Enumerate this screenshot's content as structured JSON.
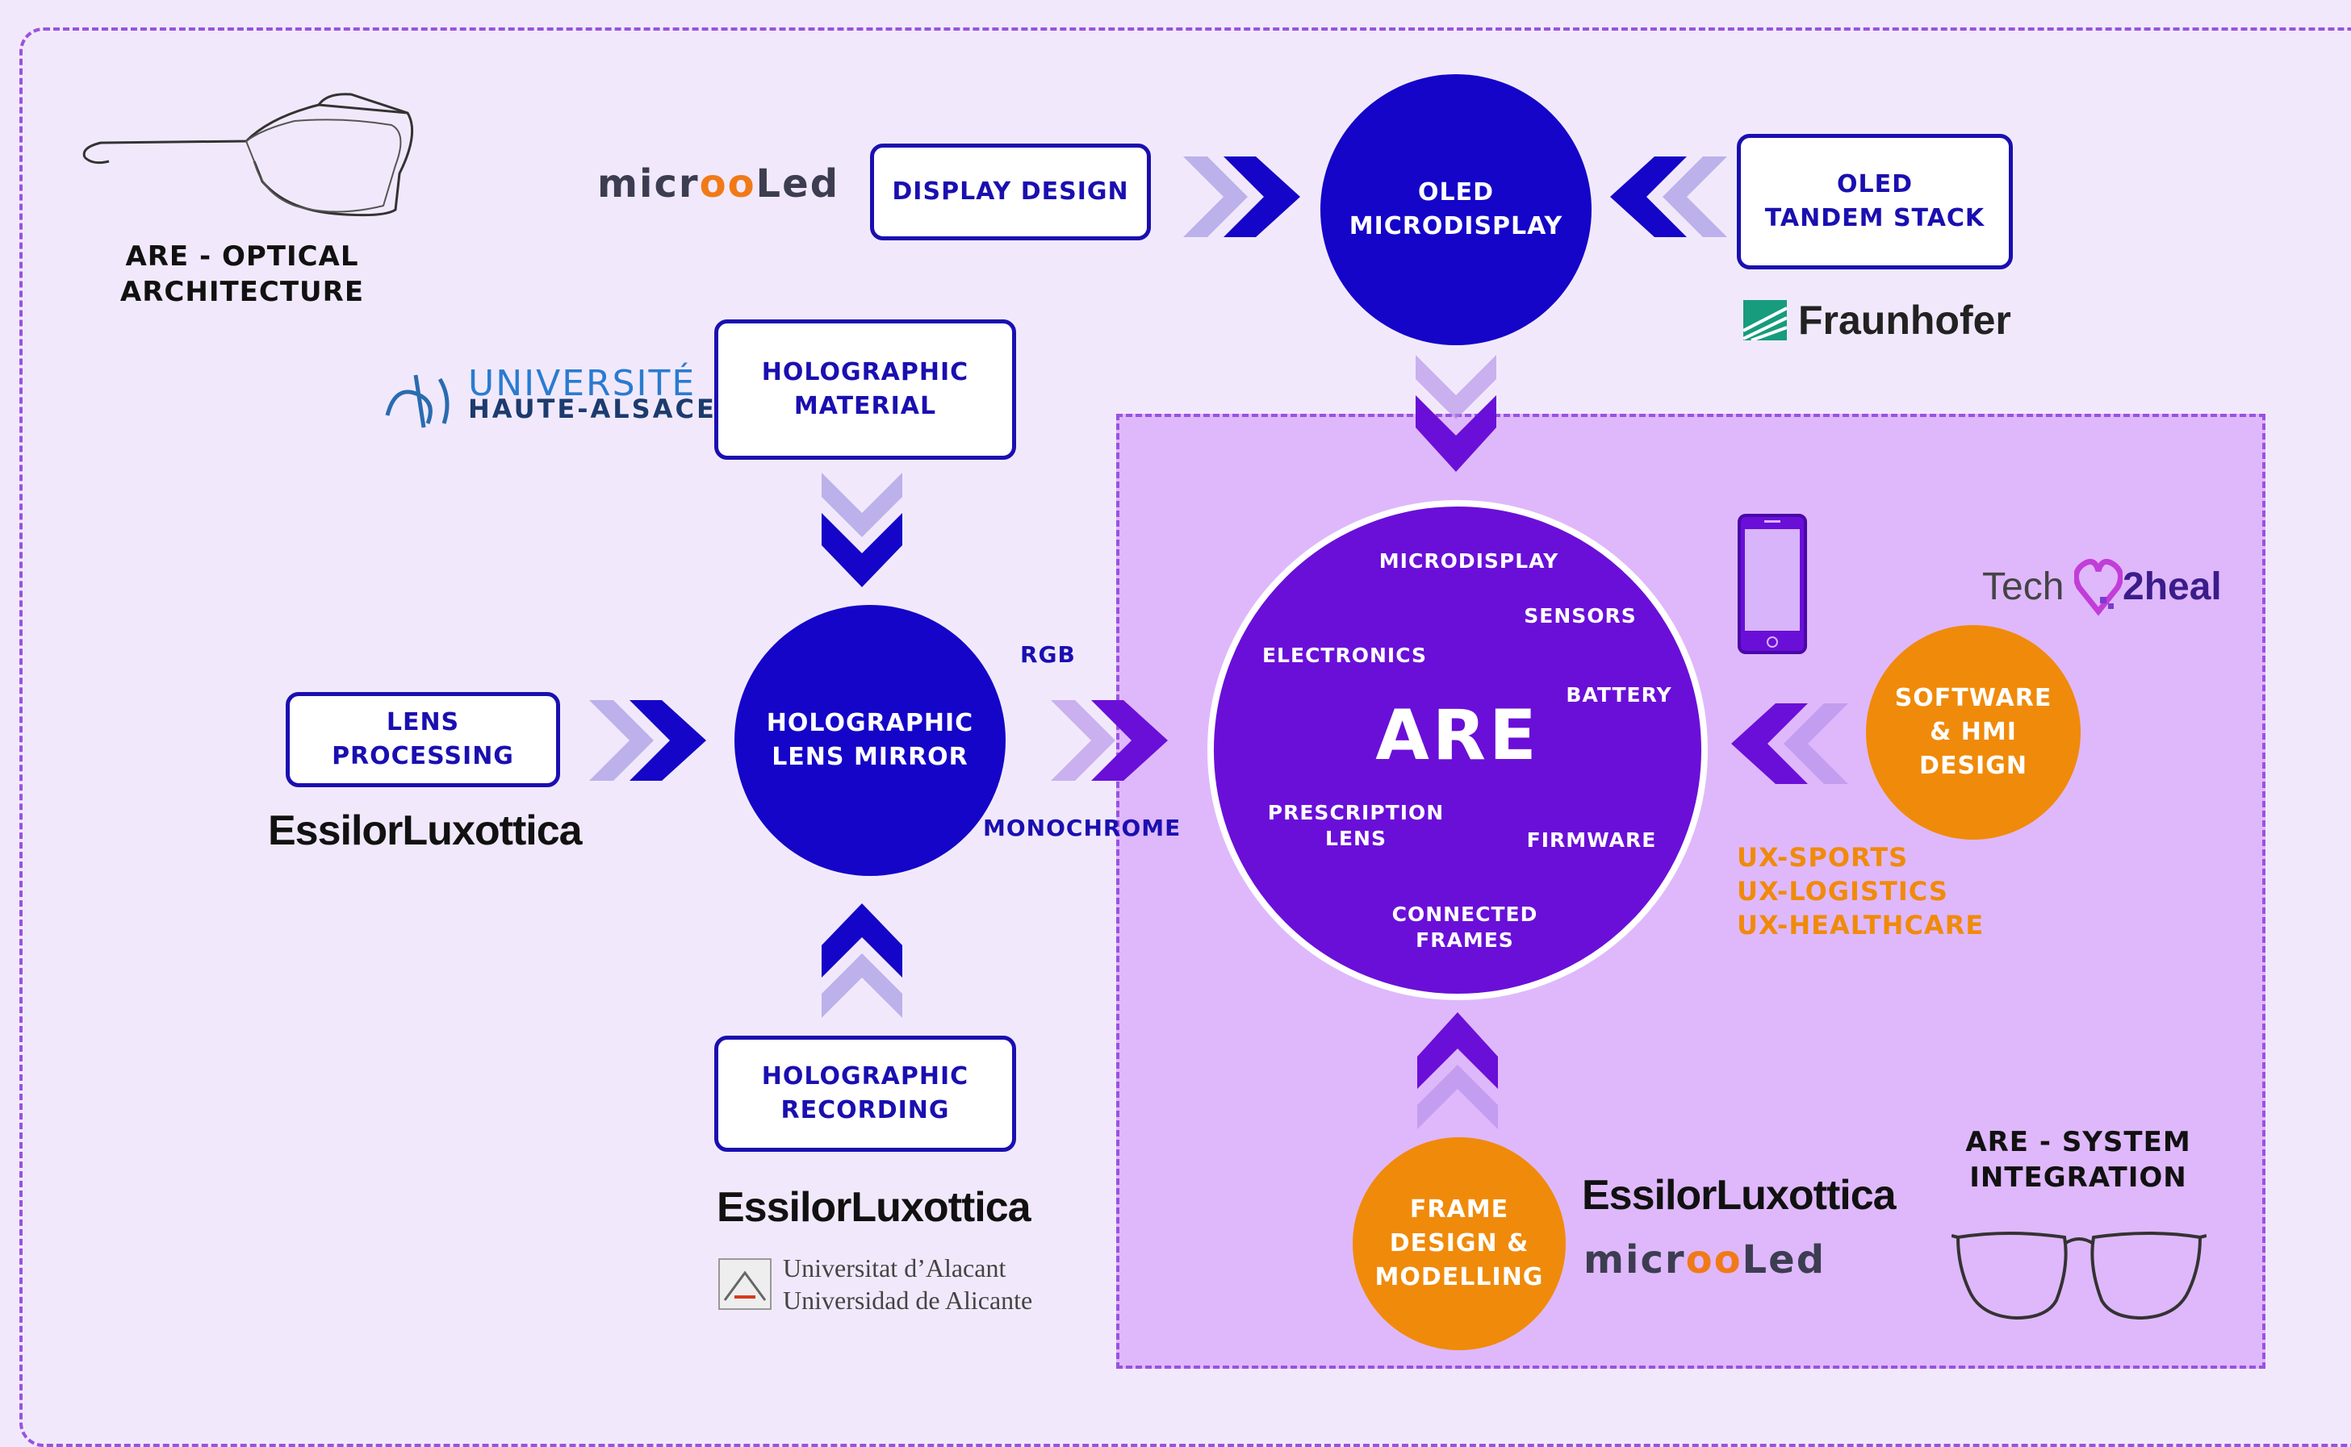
{
  "optical_arch": "ARE - OPTICAL\nARCHITECTURE",
  "system_integration": "ARE - SYSTEM\nINTEGRATION",
  "microoled": {
    "a": "micr",
    "b": "oo",
    "c": "Led"
  },
  "display_design": "DISPLAY DESIGN",
  "oled_microdisplay": "OLED\nMICRODISPLAY",
  "oled_tandem": "OLED\nTANDEM STACK",
  "fraunhofer": "Fraunhofer",
  "uha": {
    "line1": "UNIVERSITÉ",
    "line2": "HAUTE-ALSACE"
  },
  "holographic_material": "HOLOGRAPHIC\nMATERIAL",
  "lens_processing": "LENS\nPROCESSING",
  "holographic_lens_mirror": "HOLOGRAPHIC\nLENS MIRROR",
  "holographic_recording": "HOLOGRAPHIC\nRECORDING",
  "essilor": "EssilorLuxottica",
  "alicante": {
    "line1": "Universitat d’Alacant",
    "line2": "Universidad de Alicante"
  },
  "rgb": "RGB",
  "monochrome": "MONOCHROME",
  "are": {
    "title": "ARE",
    "microdisplay": "MICRODISPLAY",
    "sensors": "SENSORS",
    "electronics": "ELECTRONICS",
    "battery": "BATTERY",
    "prescription": "PRESCRIPTION\nLENS",
    "firmware": "FIRMWARE",
    "connected": "CONNECTED\nFRAMES"
  },
  "tech2heal": {
    "a": "Tech",
    "b": "2heal"
  },
  "software_hmi": "SOFTWARE\n& HMI\nDESIGN",
  "ux": [
    "UX-SPORTS",
    "UX-LOGISTICS",
    "UX-HEALTHCARE"
  ],
  "frame_design": "FRAME\nDESIGN &\nMODELLING",
  "colors": {
    "navy": "#1405c8",
    "purple": "#6a0fd8",
    "orange": "#f08a0a",
    "bg": "#f1e9fb"
  }
}
